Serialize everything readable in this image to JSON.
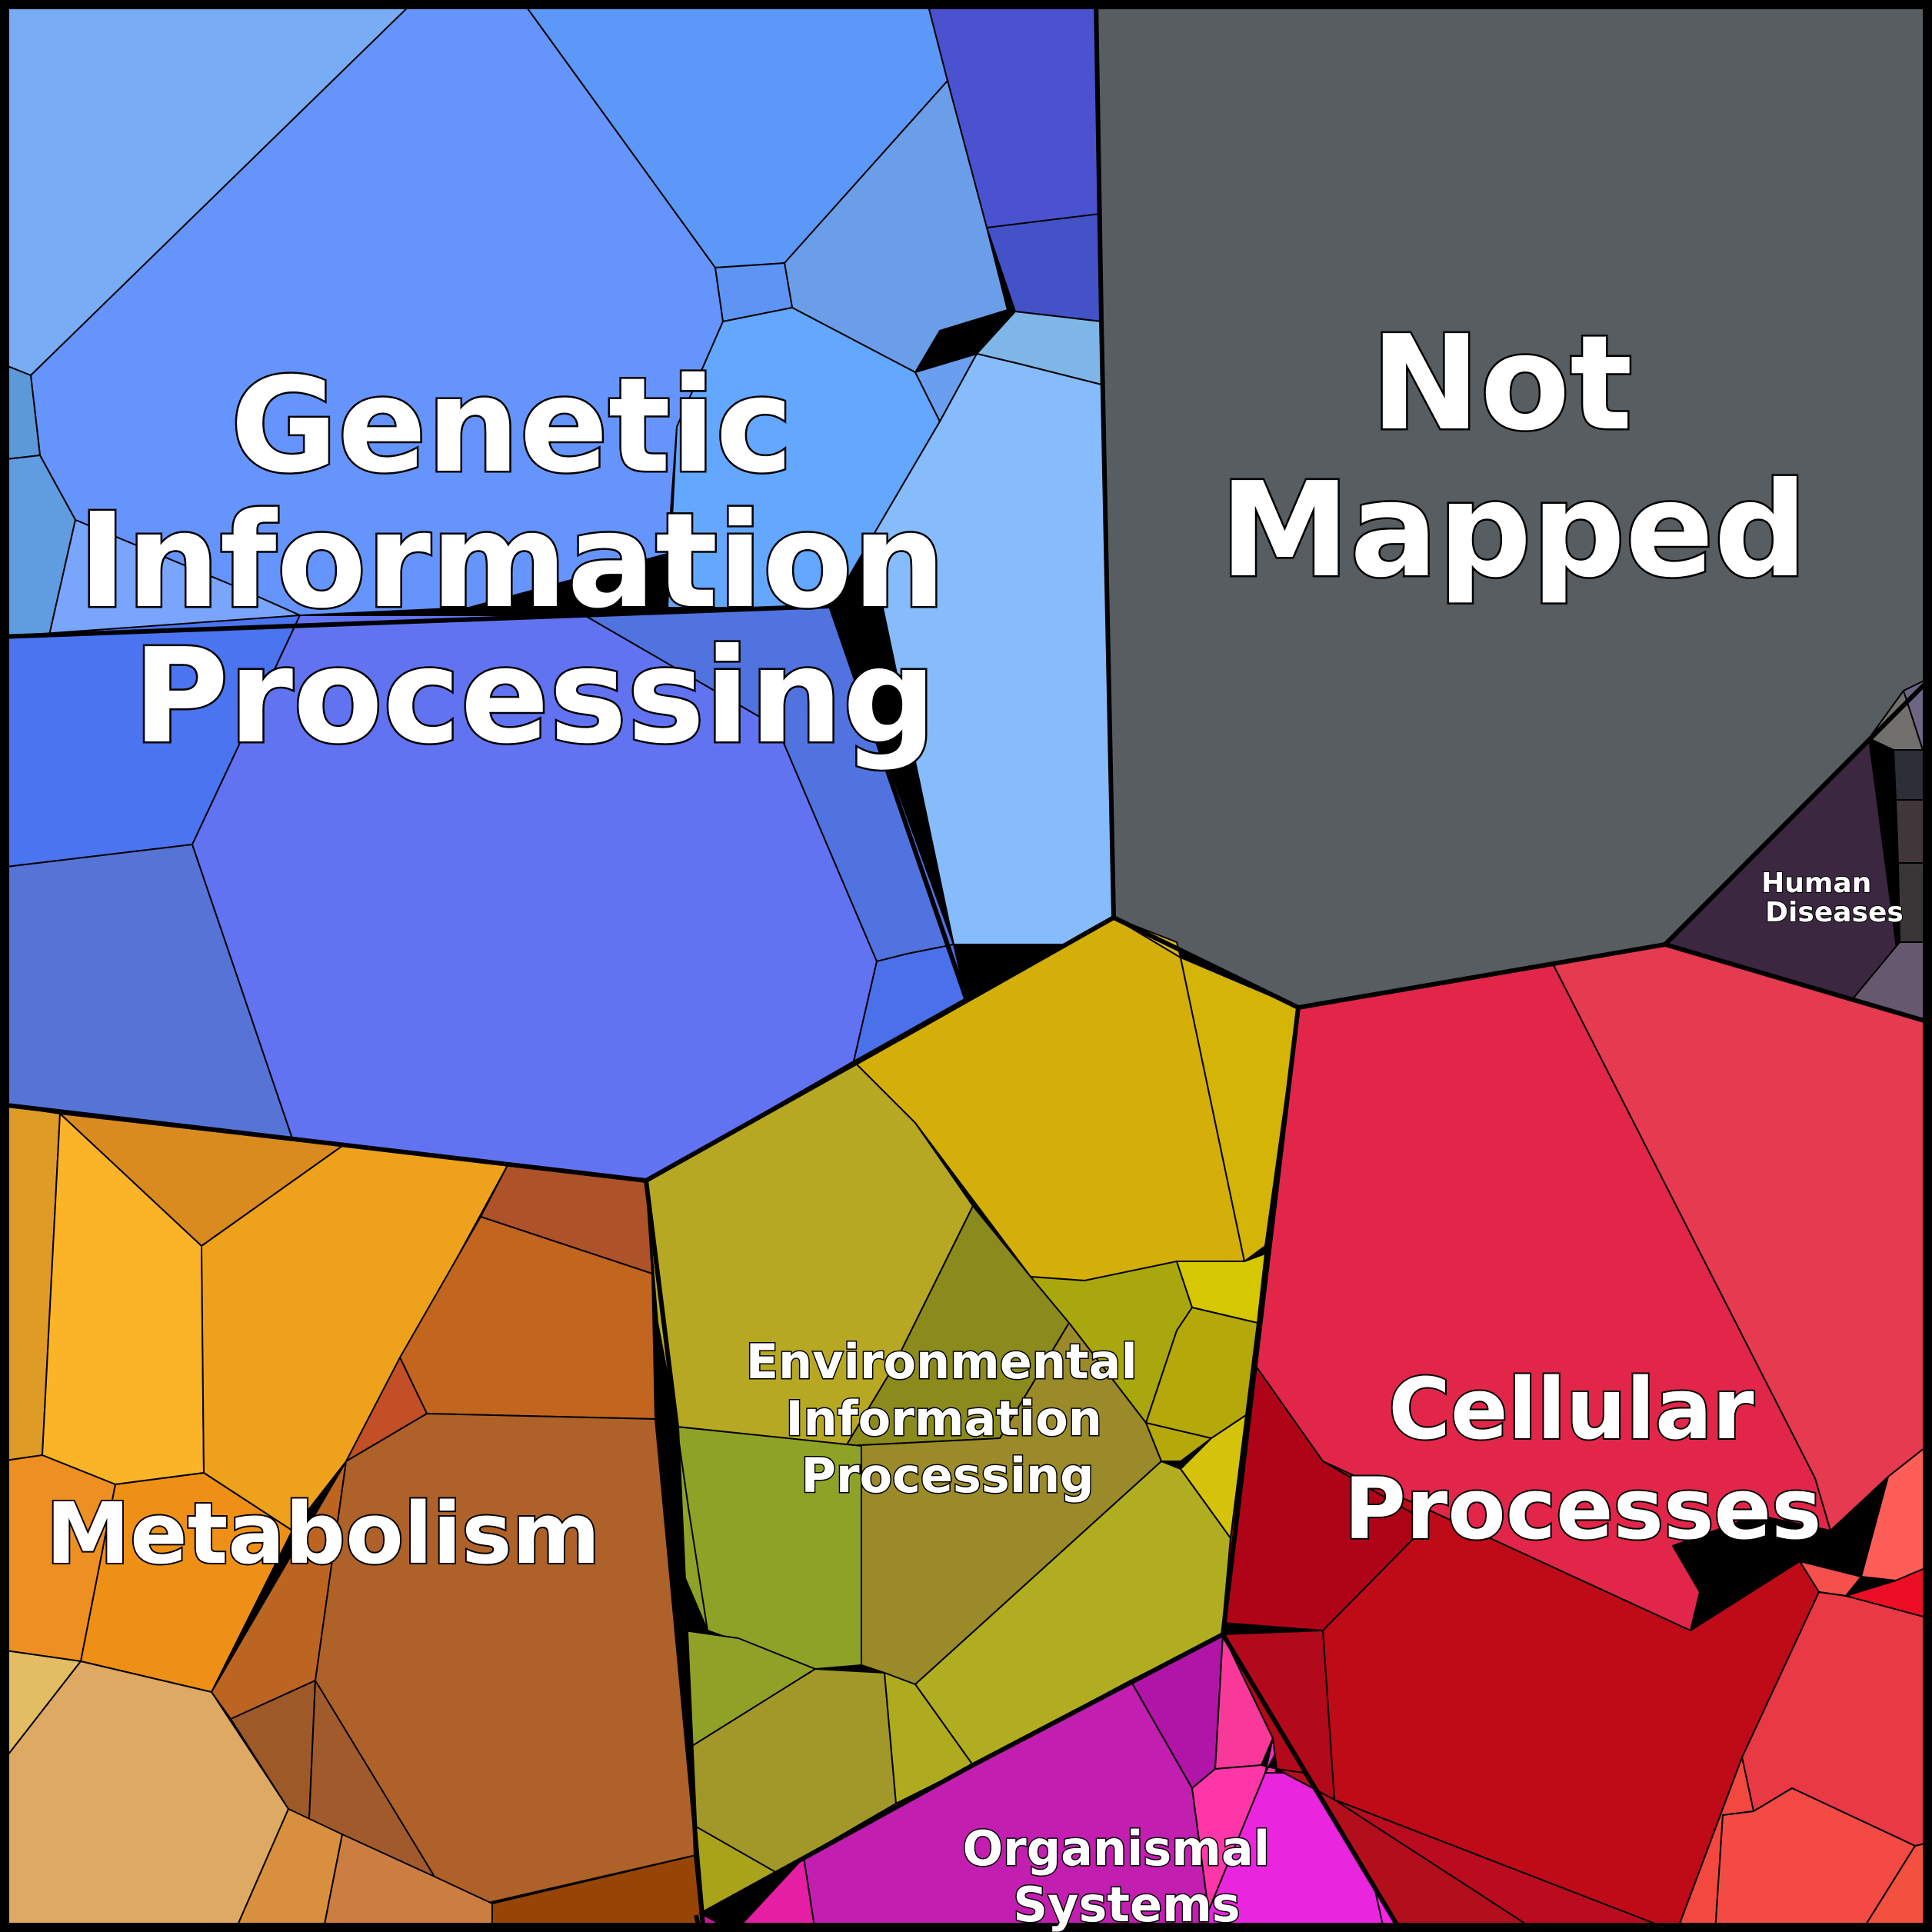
{
  "categories": [
    {
      "id": "genetic",
      "lines": [
        "Genetic",
        "Information",
        "Processing"
      ]
    },
    {
      "id": "not_mapped",
      "lines": [
        "Not",
        "Mapped"
      ]
    },
    {
      "id": "human",
      "lines": [
        "Human",
        "Diseases"
      ]
    },
    {
      "id": "environmental",
      "lines": [
        "Environmental",
        "Information",
        "Processing"
      ]
    },
    {
      "id": "cellular",
      "lines": [
        "Cellular",
        "Processes"
      ]
    },
    {
      "id": "metabolism",
      "lines": [
        "Metabolism"
      ]
    },
    {
      "id": "organismal",
      "lines": [
        "Organismal",
        "Systems"
      ]
    }
  ],
  "colors": {
    "genetic": "#5b8ff0",
    "not_mapped": "#585d61",
    "human": "#3b2740",
    "environmental": "#b5a822",
    "cellular": "#d0172b",
    "metabolism": "#d98c2a",
    "organismal": "#c21eb0",
    "border": "#000000",
    "label_text": "#ffffff"
  }
}
